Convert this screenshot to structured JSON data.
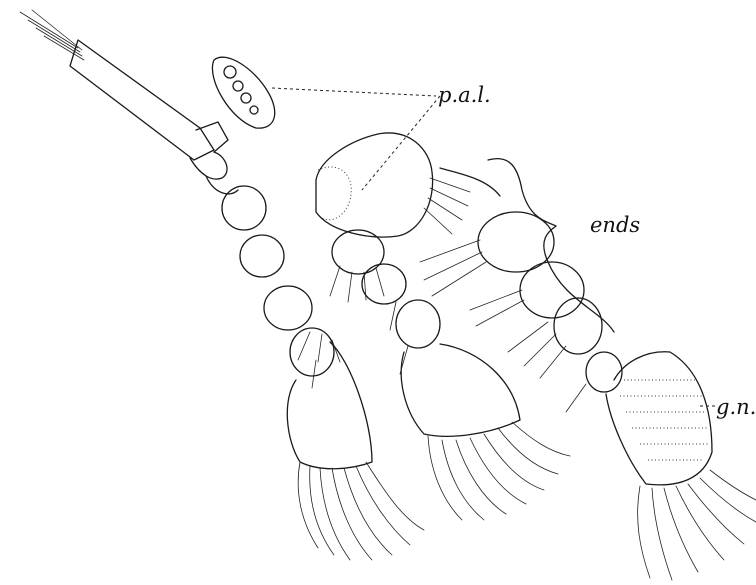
{
  "figure": {
    "labels": {
      "pal": "p.a.l.",
      "ends": "ends",
      "gn": "g.n."
    },
    "ink_color": "#1a1a1a",
    "background": "#ffffff"
  }
}
